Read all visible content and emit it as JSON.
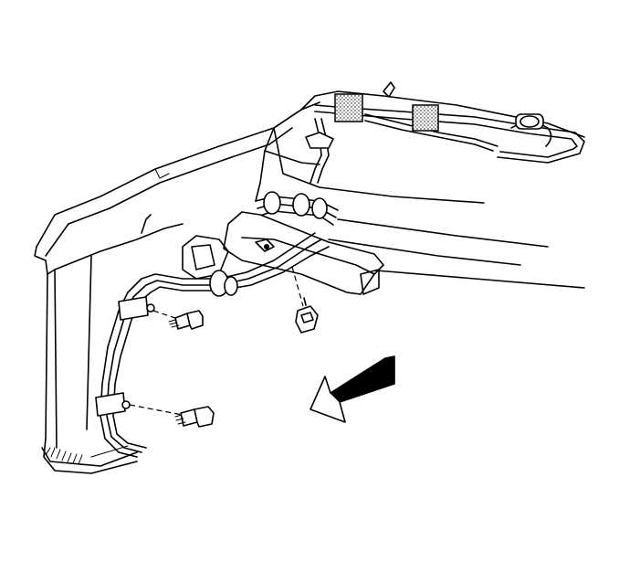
{
  "diagram": {
    "type": "technical-line-drawing",
    "labels": [],
    "colors": {
      "line": "#000000",
      "background": "#ffffff"
    },
    "components": [
      "pillar-panel",
      "fuel-line-bundle",
      "mounting-bracket",
      "retaining-clips",
      "bolts",
      "push-pin-fastener",
      "direction-arrow"
    ]
  }
}
